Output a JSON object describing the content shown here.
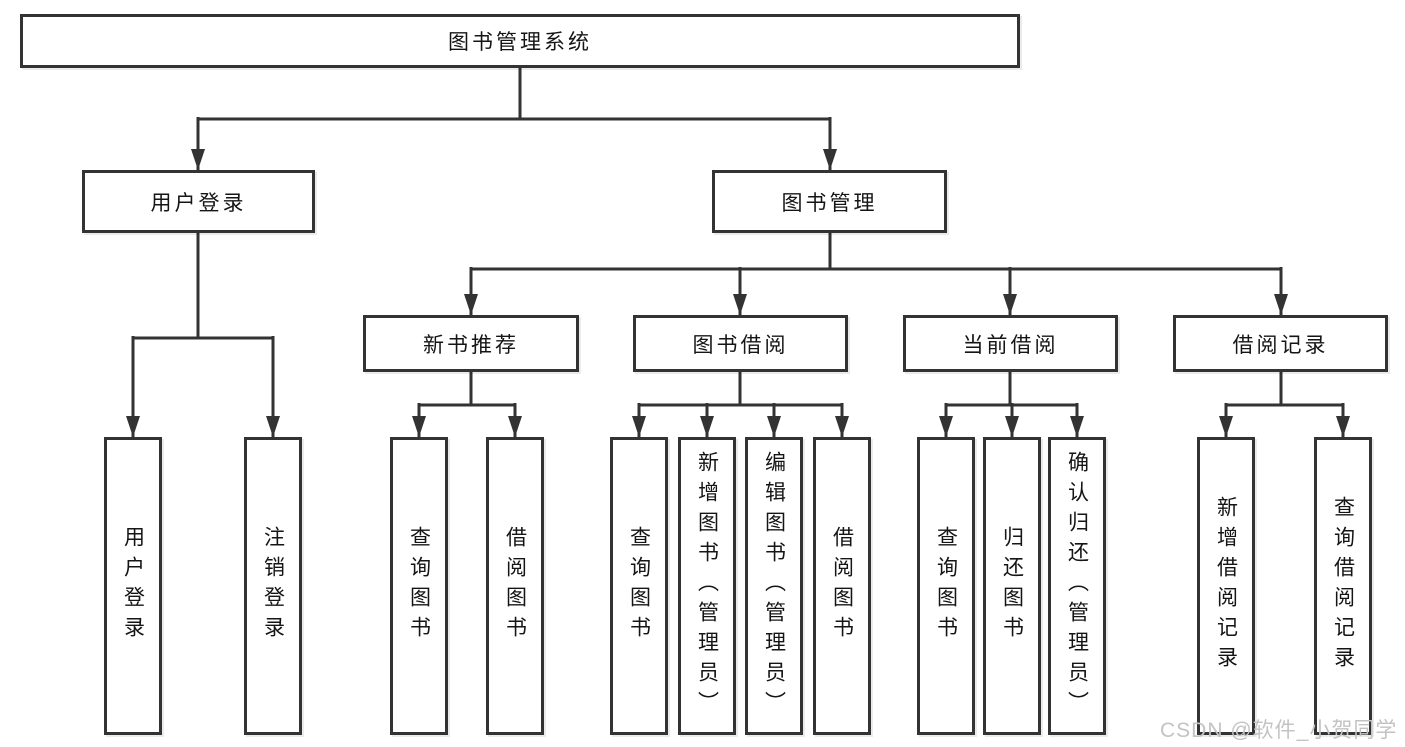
{
  "tree": {
    "label": "图书管理系统",
    "children": [
      {
        "label": "用户登录",
        "children": [
          {
            "label": "用户登录"
          },
          {
            "label": "注销登录"
          }
        ]
      },
      {
        "label": "图书管理",
        "children": [
          {
            "label": "新书推荐",
            "children": [
              {
                "label": "查询图书"
              },
              {
                "label": "借阅图书"
              }
            ]
          },
          {
            "label": "图书借阅",
            "children": [
              {
                "label": "查询图书"
              },
              {
                "label": "新增图书（管理员）"
              },
              {
                "label": "编辑图书（管理员）"
              },
              {
                "label": "借阅图书"
              }
            ]
          },
          {
            "label": "当前借阅",
            "children": [
              {
                "label": "查询图书"
              },
              {
                "label": "归还图书"
              },
              {
                "label": "确认归还（管理员）"
              }
            ]
          },
          {
            "label": "借阅记录",
            "children": [
              {
                "label": "新增借阅记录"
              },
              {
                "label": "查询借阅记录"
              }
            ]
          }
        ]
      }
    ]
  },
  "watermark": {
    "text": "CSDN @软件_小贺同学"
  },
  "colors": {
    "line": "#333333",
    "box_border": "#333333",
    "box_fill": "#ffffff",
    "text": "#151515",
    "watermark": "#c3c3c3",
    "background": "#ffffff"
  }
}
